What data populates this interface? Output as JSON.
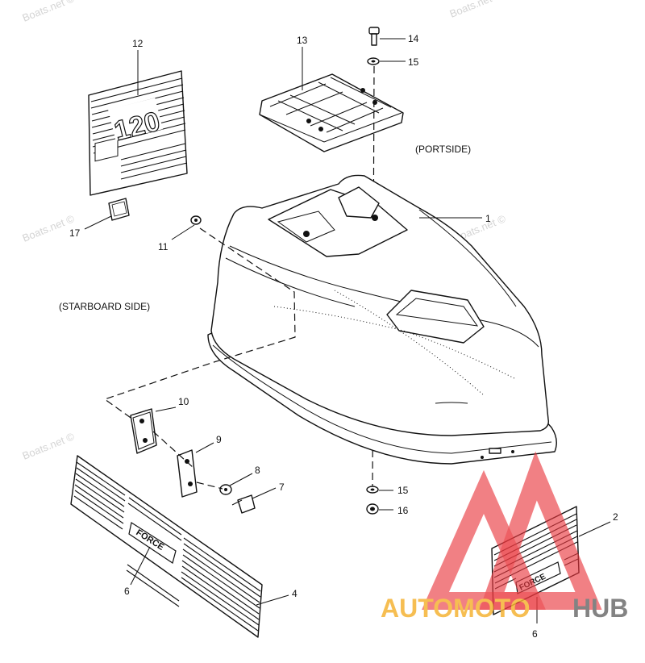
{
  "diagram": {
    "callouts": [
      {
        "id": "1",
        "label": "1"
      },
      {
        "id": "2",
        "label": "2"
      },
      {
        "id": "4",
        "label": "4"
      },
      {
        "id": "6a",
        "label": "6"
      },
      {
        "id": "6b",
        "label": "6"
      },
      {
        "id": "7",
        "label": "7"
      },
      {
        "id": "8",
        "label": "8"
      },
      {
        "id": "9",
        "label": "9"
      },
      {
        "id": "10",
        "label": "10"
      },
      {
        "id": "11",
        "label": "11"
      },
      {
        "id": "12",
        "label": "12"
      },
      {
        "id": "13",
        "label": "13"
      },
      {
        "id": "14",
        "label": "14"
      },
      {
        "id": "15a",
        "label": "15"
      },
      {
        "id": "15b",
        "label": "15"
      },
      {
        "id": "16",
        "label": "16"
      },
      {
        "id": "17",
        "label": "17"
      }
    ],
    "side_labels": {
      "portside": "(PORTSIDE)",
      "starboard": "(STARBOARD SIDE)"
    },
    "decal_texts": {
      "big_number": "120",
      "brand": "FORCE"
    }
  },
  "watermarks": {
    "text": "Boats.net ©"
  },
  "logo": {
    "text_orange": "AUTOMOTO",
    "text_gray": "HUB",
    "colors": {
      "orange": "#f5b335",
      "gray": "#6e6e6e",
      "red": "#e9383f"
    }
  }
}
